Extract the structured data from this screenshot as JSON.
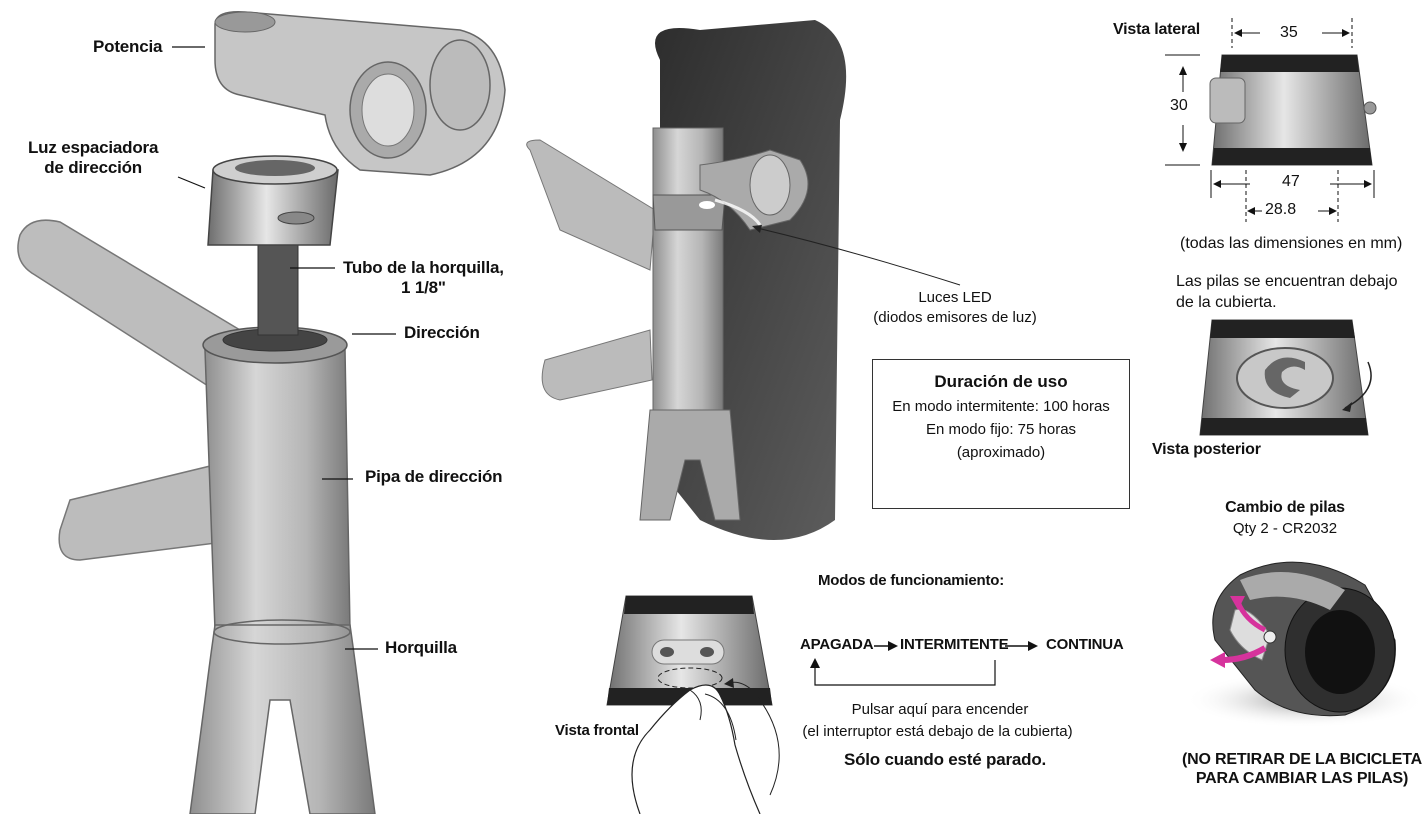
{
  "labels": {
    "stem": "Potencia",
    "spacer_light": "Luz espaciadora\nde dirección",
    "steerer_tube": "Tubo de la horquilla,\n1 1/8\"",
    "headset": "Dirección",
    "head_tube": "Pipa de dirección",
    "fork": "Horquilla",
    "leds": "Luces LED",
    "leds_sub": "(diodos emisores de luz)"
  },
  "side_view": {
    "title": "Vista lateral",
    "dim_top": "35",
    "dim_height": "30",
    "dim_bottom": "47",
    "dim_inner": "28.8",
    "note_units": "(todas las dimensiones en mm)",
    "note_batteries": "Las pilas se encuentran debajo\nde la cubierta."
  },
  "rear_view": {
    "title": "Vista posterior"
  },
  "battery_change": {
    "title": "Cambio de pilas",
    "qty": "Qty 2 - CR2032",
    "warning": "(NO RETIRAR DE LA BICICLETA\nPARA CAMBIAR LAS PILAS)"
  },
  "usage": {
    "title": "Duración de uso",
    "line1": "En modo intermitente: 100 horas",
    "line2": "En modo fijo: 75 horas",
    "line3": "(aproximado)"
  },
  "modes": {
    "title": "Modos de funcionamiento:",
    "off": "APAGADA",
    "blink": "INTERMITENTE",
    "steady": "CONTINUA",
    "press": "Pulsar aquí para encender",
    "switch_note": "(el interruptor está debajo de la cubierta)",
    "only_stopped": "Sólo cuando esté parado."
  },
  "front_view": {
    "title": "Vista frontal"
  }
}
